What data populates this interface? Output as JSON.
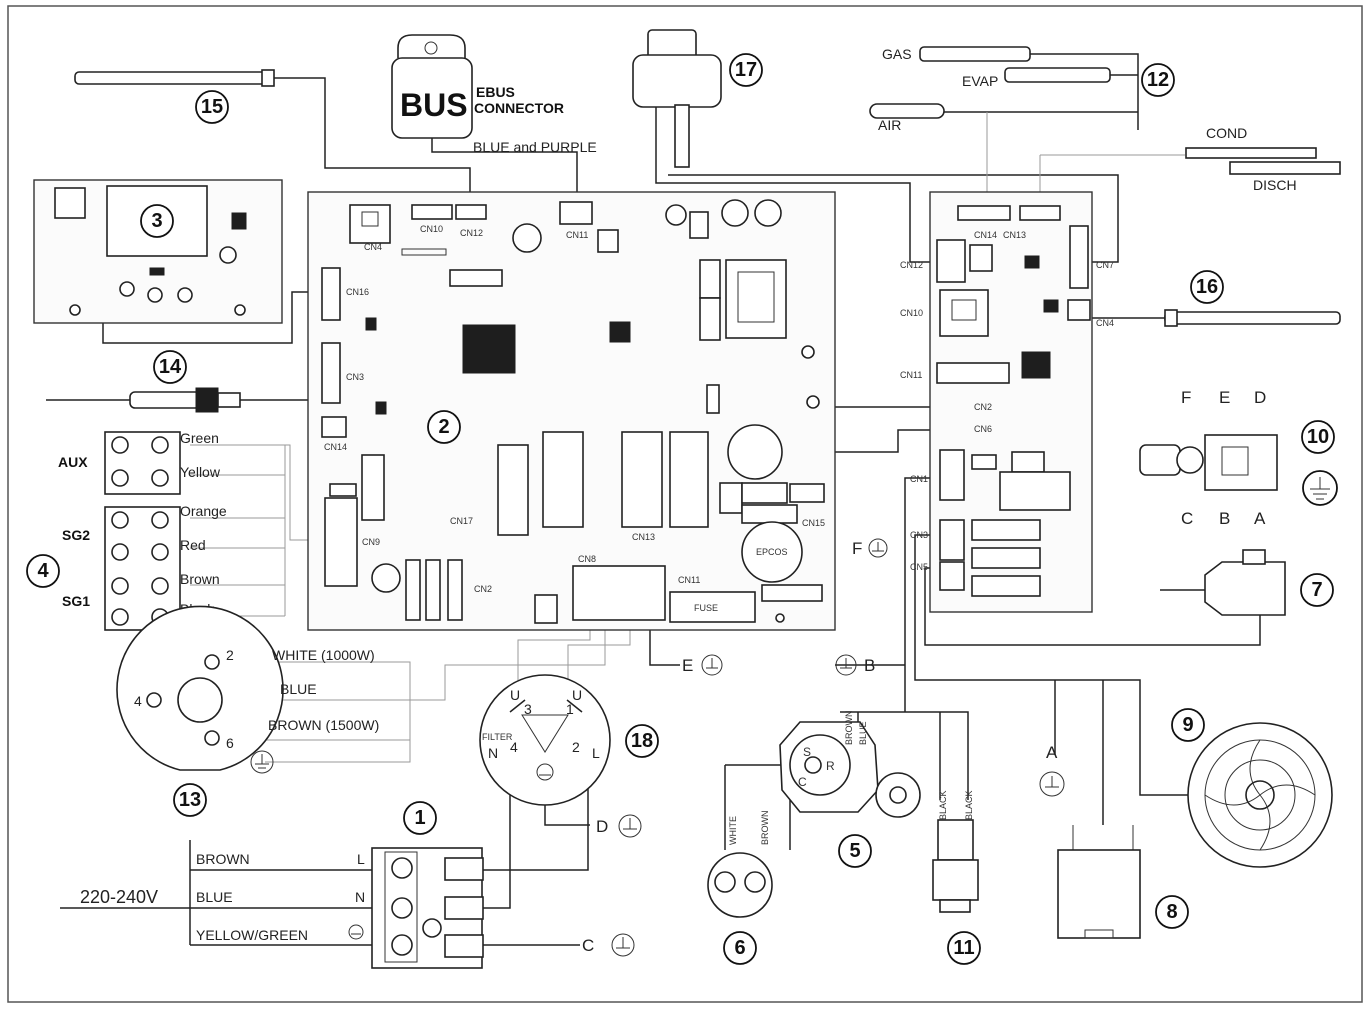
{
  "component_numbers": [
    "1",
    "2",
    "3",
    "4",
    "5",
    "6",
    "7",
    "8",
    "9",
    "10",
    "11",
    "12",
    "13",
    "14",
    "15",
    "16",
    "17",
    "18"
  ],
  "connectors_main": {
    "cn4": "CN4",
    "cn10": "CN10",
    "cn12": "CN12",
    "cn11_top": "CN11",
    "cn16": "CN16",
    "cn3": "CN3",
    "cn14": "CN14",
    "cn9": "CN9",
    "cn17": "CN17",
    "cn13": "CN13",
    "cn2": "CN2",
    "cn8": "CN8",
    "cn11_bot": "CN11",
    "cn15": "CN15",
    "fuse": "FUSE",
    "epcos": "EPCOS"
  },
  "connectors_right": {
    "cn14": "CN14",
    "cn13": "CN13",
    "cn12": "CN12",
    "cn7": "CN7",
    "cn10": "CN10",
    "cn4": "CN4",
    "cn11": "CN11",
    "cn2": "CN2",
    "cn6": "CN6",
    "cn1": "CN1",
    "cn3": "CN3",
    "cn5": "CN5"
  },
  "bus": {
    "logo": "BUS",
    "title_line1": "EBUS",
    "title_line2": "CONNECTOR",
    "wire": "BLUE and PURPLE"
  },
  "sensors": {
    "gas": "GAS",
    "evap": "EVAP",
    "air": "AIR",
    "cond": "COND",
    "disch": "DISCH"
  },
  "terminals_left": {
    "aux": "AUX",
    "sg2": "SG2",
    "sg1": "SG1",
    "wires": [
      "Green",
      "Yellow",
      "Orange",
      "Red",
      "Brown",
      "Black"
    ]
  },
  "heater": {
    "white": "WHITE (1000W)",
    "blue": "BLUE",
    "brown": "BROWN (1500W)",
    "pins": [
      "2",
      "4",
      "6"
    ]
  },
  "power": {
    "voltage": "220-240V",
    "brown": "BROWN",
    "blue": "BLUE",
    "yg": "YELLOW/GREEN",
    "l": "L",
    "n": "N"
  },
  "switch18": {
    "u3": "U",
    "n3": "3",
    "u1": "U",
    "n1": "1",
    "n4": "N",
    "four": "4",
    "two": "2",
    "l": "L",
    "filter": "FILTER"
  },
  "valve_terms": {
    "f": "F",
    "e": "E",
    "d": "D",
    "c": "C",
    "b": "B",
    "a": "A"
  },
  "ground_labels": {
    "f": "F",
    "e": "E",
    "d": "D",
    "c": "C",
    "b": "B",
    "a": "A"
  },
  "compressor": {
    "brown": "BROWN",
    "blue": "BLUE",
    "s": "S",
    "c": "C",
    "r": "R",
    "white": "WHITE",
    "brown2": "BROWN"
  },
  "pressure": {
    "black1": "BLACK",
    "black2": "BLACK"
  }
}
